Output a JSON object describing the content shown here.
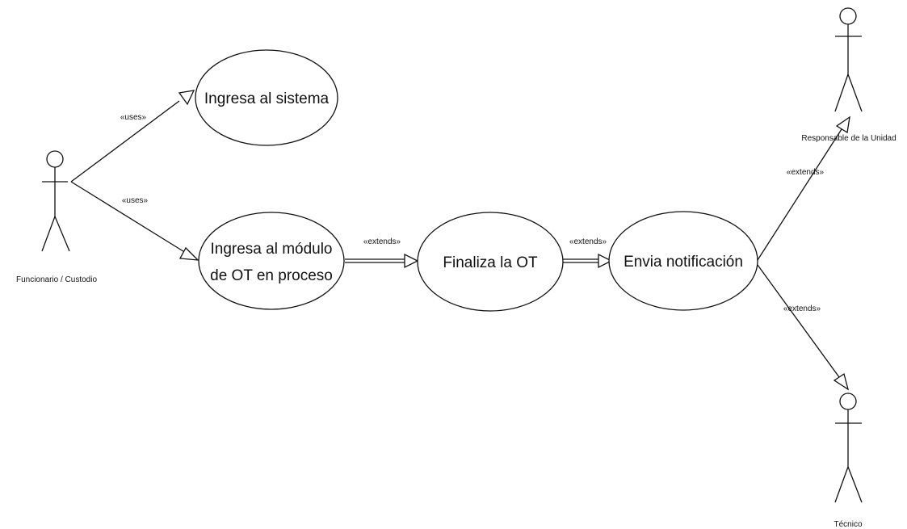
{
  "actors": {
    "funcionario": "Funcionario / Custodio",
    "responsable": "Responsable de la Unidad",
    "tecnico": "Técnico"
  },
  "use_cases": {
    "ingresa_sistema": "Ingresa al sistema",
    "ingresa_modulo_line1": "Ingresa al módulo",
    "ingresa_modulo_line2": "de OT en proceso",
    "finaliza": "Finaliza la OT",
    "envia": "Envia notificación"
  },
  "relations": {
    "uses_1": "«uses»",
    "uses_2": "«uses»",
    "extends_1": "«extends»",
    "extends_2": "«extends»",
    "extends_3": "«extends»",
    "extends_4": "«extends»"
  }
}
